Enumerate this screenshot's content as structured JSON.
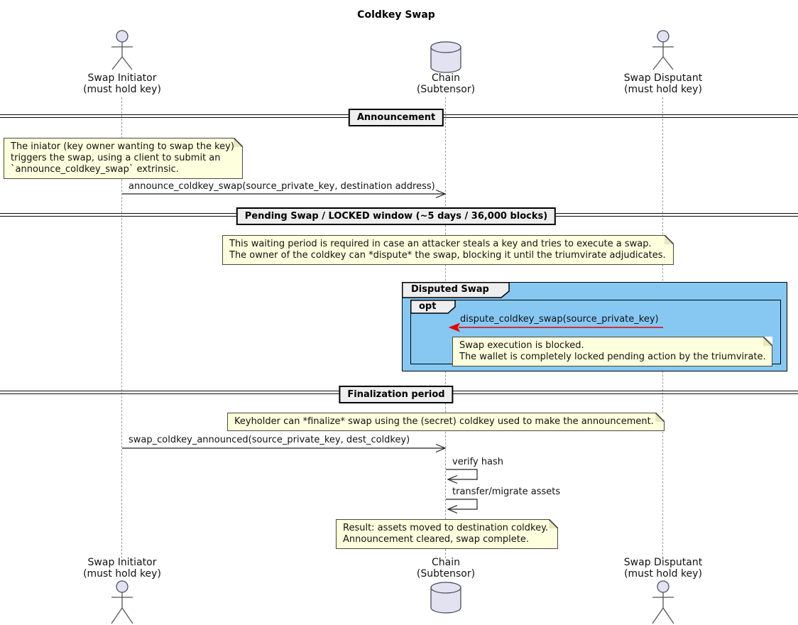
{
  "title": "Coldkey Swap",
  "actors": {
    "initiator": {
      "name": "Swap Initiator",
      "subtitle": "(must hold key)"
    },
    "chain": {
      "name": "Chain",
      "subtitle": "(Subtensor)"
    },
    "disputant": {
      "name": "Swap Disputant",
      "subtitle": "(must hold key)"
    }
  },
  "dividers": {
    "announcement": "Announcement",
    "pending": "Pending Swap / LOCKED window (~5 days / 36,000 blocks)",
    "finalization": "Finalization period"
  },
  "notes": {
    "initiate": {
      "line1": "The iniator (key owner wanting to swap the key)",
      "line2": "triggers the swap, using a client to submit an",
      "line3": "`announce_coldkey_swap` extrinsic."
    },
    "waiting": {
      "line1": "This waiting period is required in case an attacker steals a key and tries to execute a swap.",
      "line2": "The owner of the coldkey can *dispute* the swap, blocking it until the triumvirate adjudicates."
    },
    "blocked": {
      "line1": "Swap execution is blocked.",
      "line2": "The wallet is completely locked pending action by the triumvirate."
    },
    "finalize": {
      "line1": "Keyholder can *finalize* swap using the (secret) coldkey used to make the announcement."
    },
    "result": {
      "line1": "Result: assets moved to destination coldkey.",
      "line2": "Announcement cleared, swap complete."
    }
  },
  "messages": {
    "announce": "announce_coldkey_swap(source_private_key, destination address)",
    "dispute": "dispute_coldkey_swap(source_private_key)",
    "finalize_call": "swap_coldkey_announced(source_private_key, dest_coldkey)",
    "verify": "verify hash",
    "transfer": "transfer/migrate assets"
  },
  "group": {
    "title": "Disputed Swap",
    "fragment": "opt"
  },
  "colors": {
    "note_fill": "#FEFFDD",
    "group_fill": "#87C8F3",
    "dispute_arrow": "#E60000",
    "shape_fill": "#E2E2F0",
    "divider_fill": "#EEEEEE"
  }
}
